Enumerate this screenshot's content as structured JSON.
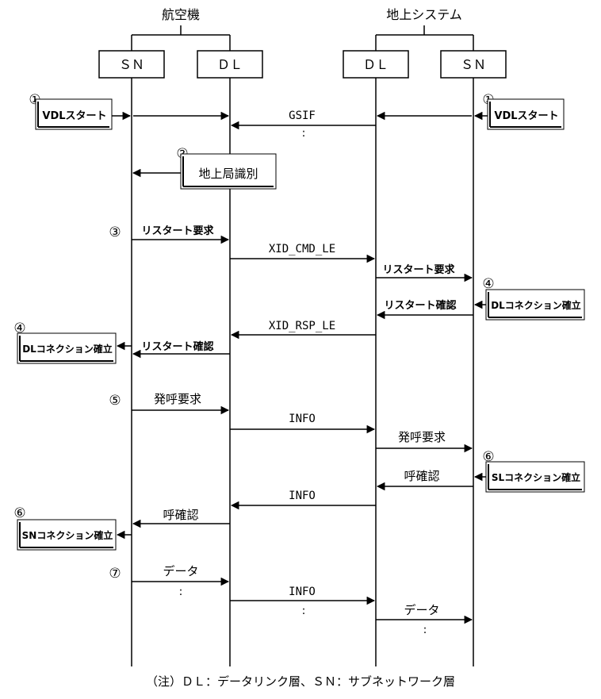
{
  "groups": {
    "aircraft": "航空機",
    "ground": "地上システム"
  },
  "entities": {
    "air_sn": "ＳＮ",
    "air_dl": "ＤＬ",
    "gnd_dl": "ＤＬ",
    "gnd_sn": "ＳＮ"
  },
  "step_marks": {
    "s1_left": "①",
    "s1_right": "①",
    "s2": "②",
    "s3": "③",
    "s4_right": "④",
    "s4_left": "④",
    "s5": "⑤",
    "s6_right": "⑥",
    "s6_left": "⑥",
    "s7": "⑦"
  },
  "boxes": {
    "vdl_start_left": "VDLスタート",
    "vdl_start_right": "VDLスタート",
    "ground_station_id": "地上局識別",
    "dl_conn_right": "DLコネクション確立",
    "dl_conn_left": "DLコネクション確立",
    "sl_conn_right": "SLコネクション確立",
    "sn_conn_left": "SNコネクション確立"
  },
  "messages": {
    "gsif": "GSIF",
    "gsif_more": ":",
    "restart_req_air": "リスタート要求",
    "xid_cmd": "XID_CMD_LE",
    "restart_req_gnd": "リスタート要求",
    "restart_conf_gnd": "リスタート確認",
    "xid_rsp": "XID_RSP_LE",
    "restart_conf_air": "リスタート確認",
    "call_req_air": "発呼要求",
    "info1": "INFO",
    "call_req_gnd": "発呼要求",
    "call_conf_gnd": "呼確認",
    "info2": "INFO",
    "call_conf_air": "呼確認",
    "data_air": "データ",
    "data_air_more": ":",
    "info3": "INFO",
    "info3_more": ":",
    "data_gnd": "データ",
    "data_gnd_more": ":"
  },
  "note": "（注）ＤＬ：データリンク層、ＳＮ：サブネットワーク層"
}
